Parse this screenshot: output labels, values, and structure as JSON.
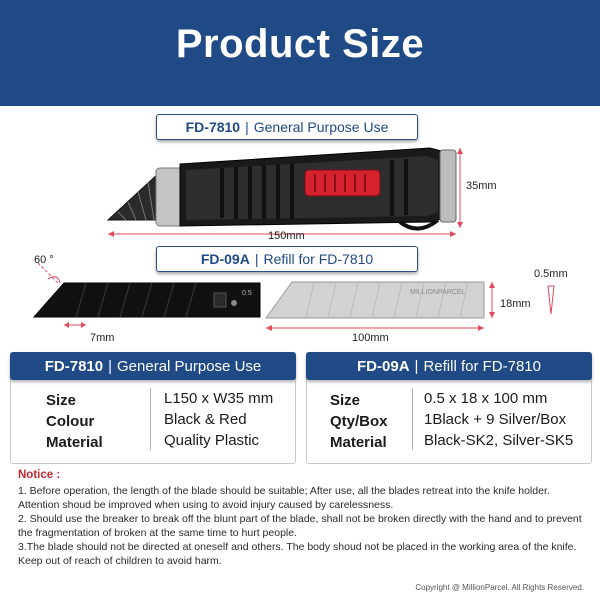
{
  "hero": {
    "title": "Product Size"
  },
  "knife": {
    "label_code": "FD-7810",
    "label_text": "General Purpose Use",
    "length": "150mm",
    "height": "35mm"
  },
  "refill": {
    "label_code": "FD-09A",
    "label_text": "Refill for FD-7810",
    "angle": "60 °",
    "segment": "7mm",
    "length": "100mm",
    "width": "18mm",
    "thickness": "0.5mm",
    "silver_blade_text": "MILLIONPARCEL",
    "black_blade_text": "0.5"
  },
  "specs": {
    "left": {
      "code": "FD-7810",
      "title": "General Purpose Use",
      "keys": [
        "Size",
        "Colour",
        "Material"
      ],
      "values": [
        "L150 x W35 mm",
        "Black & Red",
        "Quality Plastic"
      ]
    },
    "right": {
      "code": "FD-09A",
      "title": "Refill for FD-7810",
      "keys": [
        "Size",
        "Qty/Box",
        "Material"
      ],
      "values": [
        "0.5 x 18 x 100 mm",
        "1Black + 9 Silver/Box",
        "Black-SK2, Silver-SK5"
      ]
    }
  },
  "notice": {
    "title": "Notice :",
    "items": [
      "1. Before operation, the length of the blade should be suitable; After use, all the blades retreat into the knife holder. Attention shoud be improved when using to avoid injury caused by carelessness.",
      "2. Should use the breaker to break off the blunt part of the blade, shall not be broken directly with the hand and to prevent the fragmentation of broken at the same time to hurt people.",
      "3.The blade should not be directed at oneself and others. The body shoud not be placed in the working area of the knife. Keep out of reach of children to avoid harm."
    ]
  },
  "footer": {
    "copyright": "Copyright @ MillionParcel. All Rights Reserved."
  },
  "colors": {
    "brand_blue": "#1f4a86",
    "accent_red": "#d6232e",
    "dimension_red": "#e04a5a",
    "notice_red": "#c0282c"
  }
}
